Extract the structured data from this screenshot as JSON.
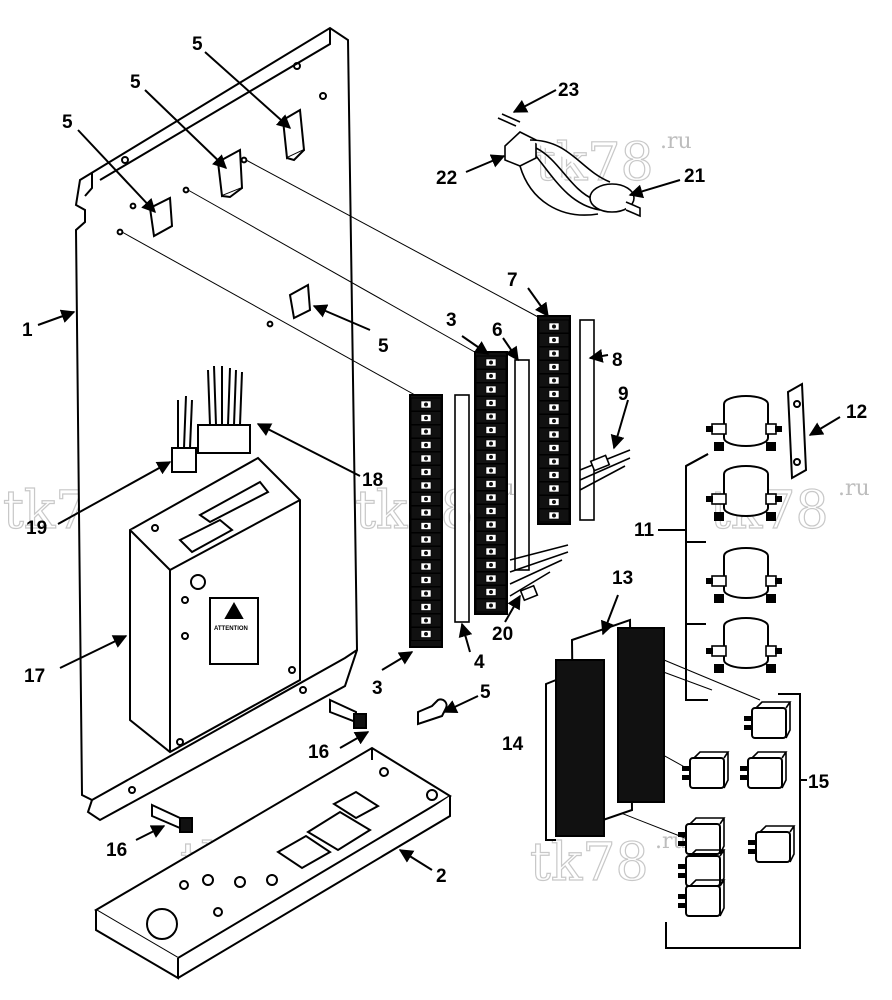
{
  "watermark": {
    "main": "tk78",
    "suffix": ".ru"
  },
  "warning_label": "ATTENTION",
  "callouts": {
    "c1": "1",
    "c2": "2",
    "c3a": "3",
    "c3b": "3",
    "c4": "4",
    "c5a": "5",
    "c5b": "5",
    "c5c": "5",
    "c5d": "5",
    "c5e": "5",
    "c6": "6",
    "c7": "7",
    "c8": "8",
    "c9": "9",
    "c11": "11",
    "c12": "12",
    "c13": "13",
    "c14": "14",
    "c15": "15",
    "c16a": "16",
    "c16b": "16",
    "c17": "17",
    "c18": "18",
    "c19": "19",
    "c20": "20",
    "c21": "21",
    "c22": "22",
    "c23": "23"
  }
}
